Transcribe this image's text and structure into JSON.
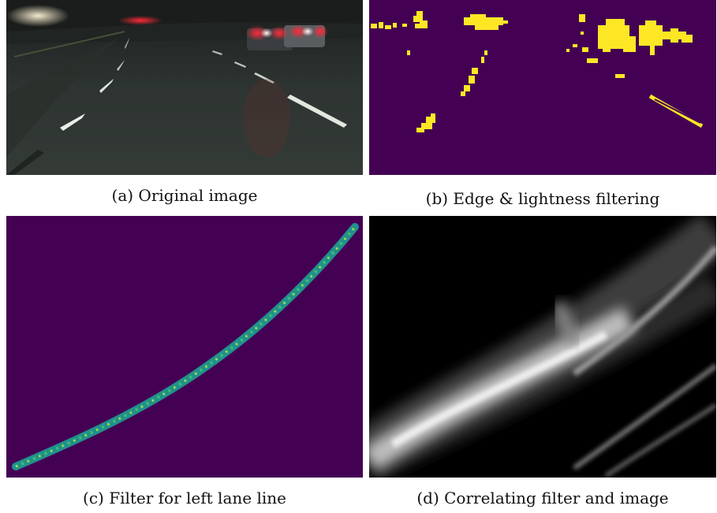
{
  "figure": {
    "panels": [
      {
        "id": "a",
        "caption": "(a) Original image"
      },
      {
        "id": "b",
        "caption": "(b) Edge & lightness filtering"
      },
      {
        "id": "c",
        "caption": "(c) Filter for left lane line"
      },
      {
        "id": "d",
        "caption": "(d) Correlating filter and image"
      }
    ]
  },
  "colors": {
    "viridis_low": "#440154",
    "viridis_high": "#fde725",
    "viridis_mid": "#21918c",
    "road_dark": "#2a312d",
    "taillight_red": "#ff2030"
  }
}
